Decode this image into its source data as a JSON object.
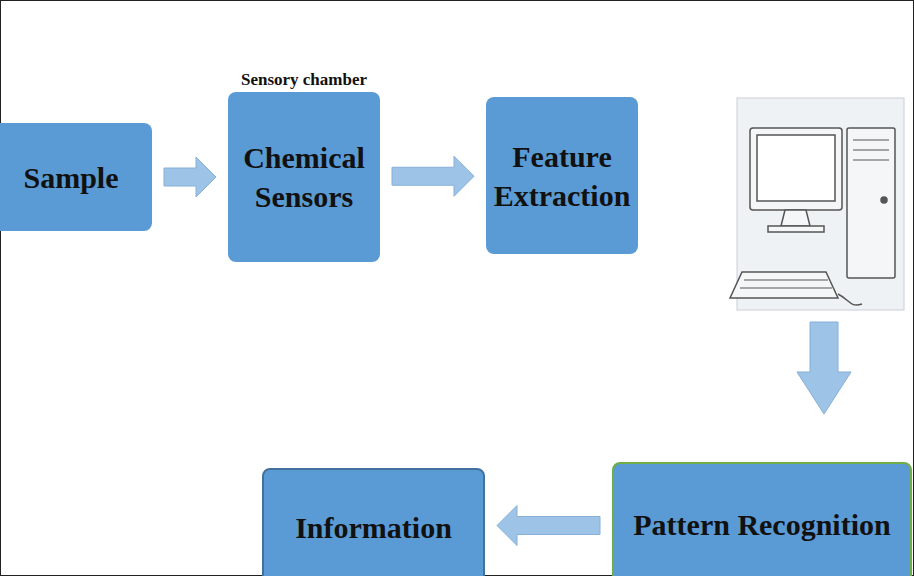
{
  "diagram": {
    "nodes": [
      {
        "text": [
          "Sample"
        ]
      },
      {
        "text": [
          "Sensory chamber",
          "Chemical Sensors"
        ]
      },
      {
        "text": [
          "Feature Extraction"
        ]
      },
      {
        "text": [
          "Pattern Recognition"
        ]
      },
      {
        "text": [
          "Information"
        ]
      }
    ],
    "edges": [
      {
        "from": 0,
        "to": 1,
        "arrow": "to"
      },
      {
        "from": 1,
        "to": 2,
        "arrow": "to"
      },
      {
        "from": 3,
        "to": 4,
        "arrow": "to"
      }
    ]
  }
}
